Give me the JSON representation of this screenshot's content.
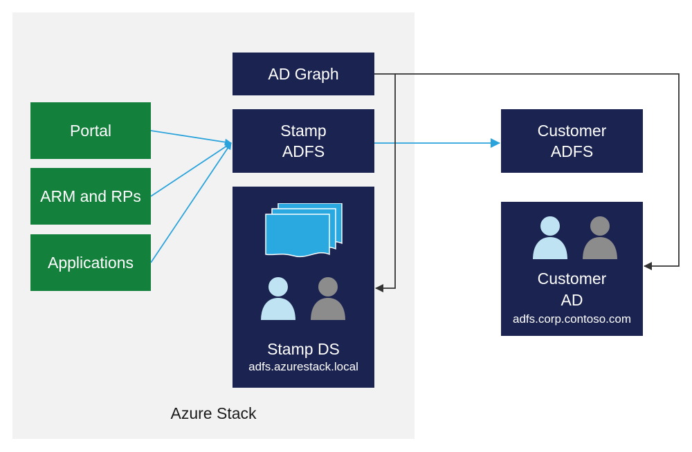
{
  "region": {
    "label": "Azure Stack"
  },
  "clients": {
    "portal": "Portal",
    "arm": "ARM and RPs",
    "applications": "Applications"
  },
  "services": {
    "ad_graph": "AD Graph",
    "stamp_adfs_line1": "Stamp",
    "stamp_adfs_line2": "ADFS",
    "stamp_ds_title": "Stamp DS",
    "stamp_ds_domain": "adfs.azurestack.local"
  },
  "customer": {
    "adfs_line1": "Customer",
    "adfs_line2": "ADFS",
    "ad_line1": "Customer",
    "ad_line2": "AD",
    "ad_domain": "adfs.corp.contoso.com"
  },
  "colors": {
    "green": "#13803b",
    "navy": "#1b2350",
    "region_bg": "#f2f2f2",
    "arrow_blue": "#2aa3dc",
    "arrow_dark": "#333333",
    "user_light": "#bfe3f2",
    "user_gray": "#8c8c8c",
    "doc_blue": "#29a9e0"
  },
  "icons": {
    "documents": "documents-icon",
    "user_light": "user-icon",
    "user_gray": "user-icon"
  }
}
